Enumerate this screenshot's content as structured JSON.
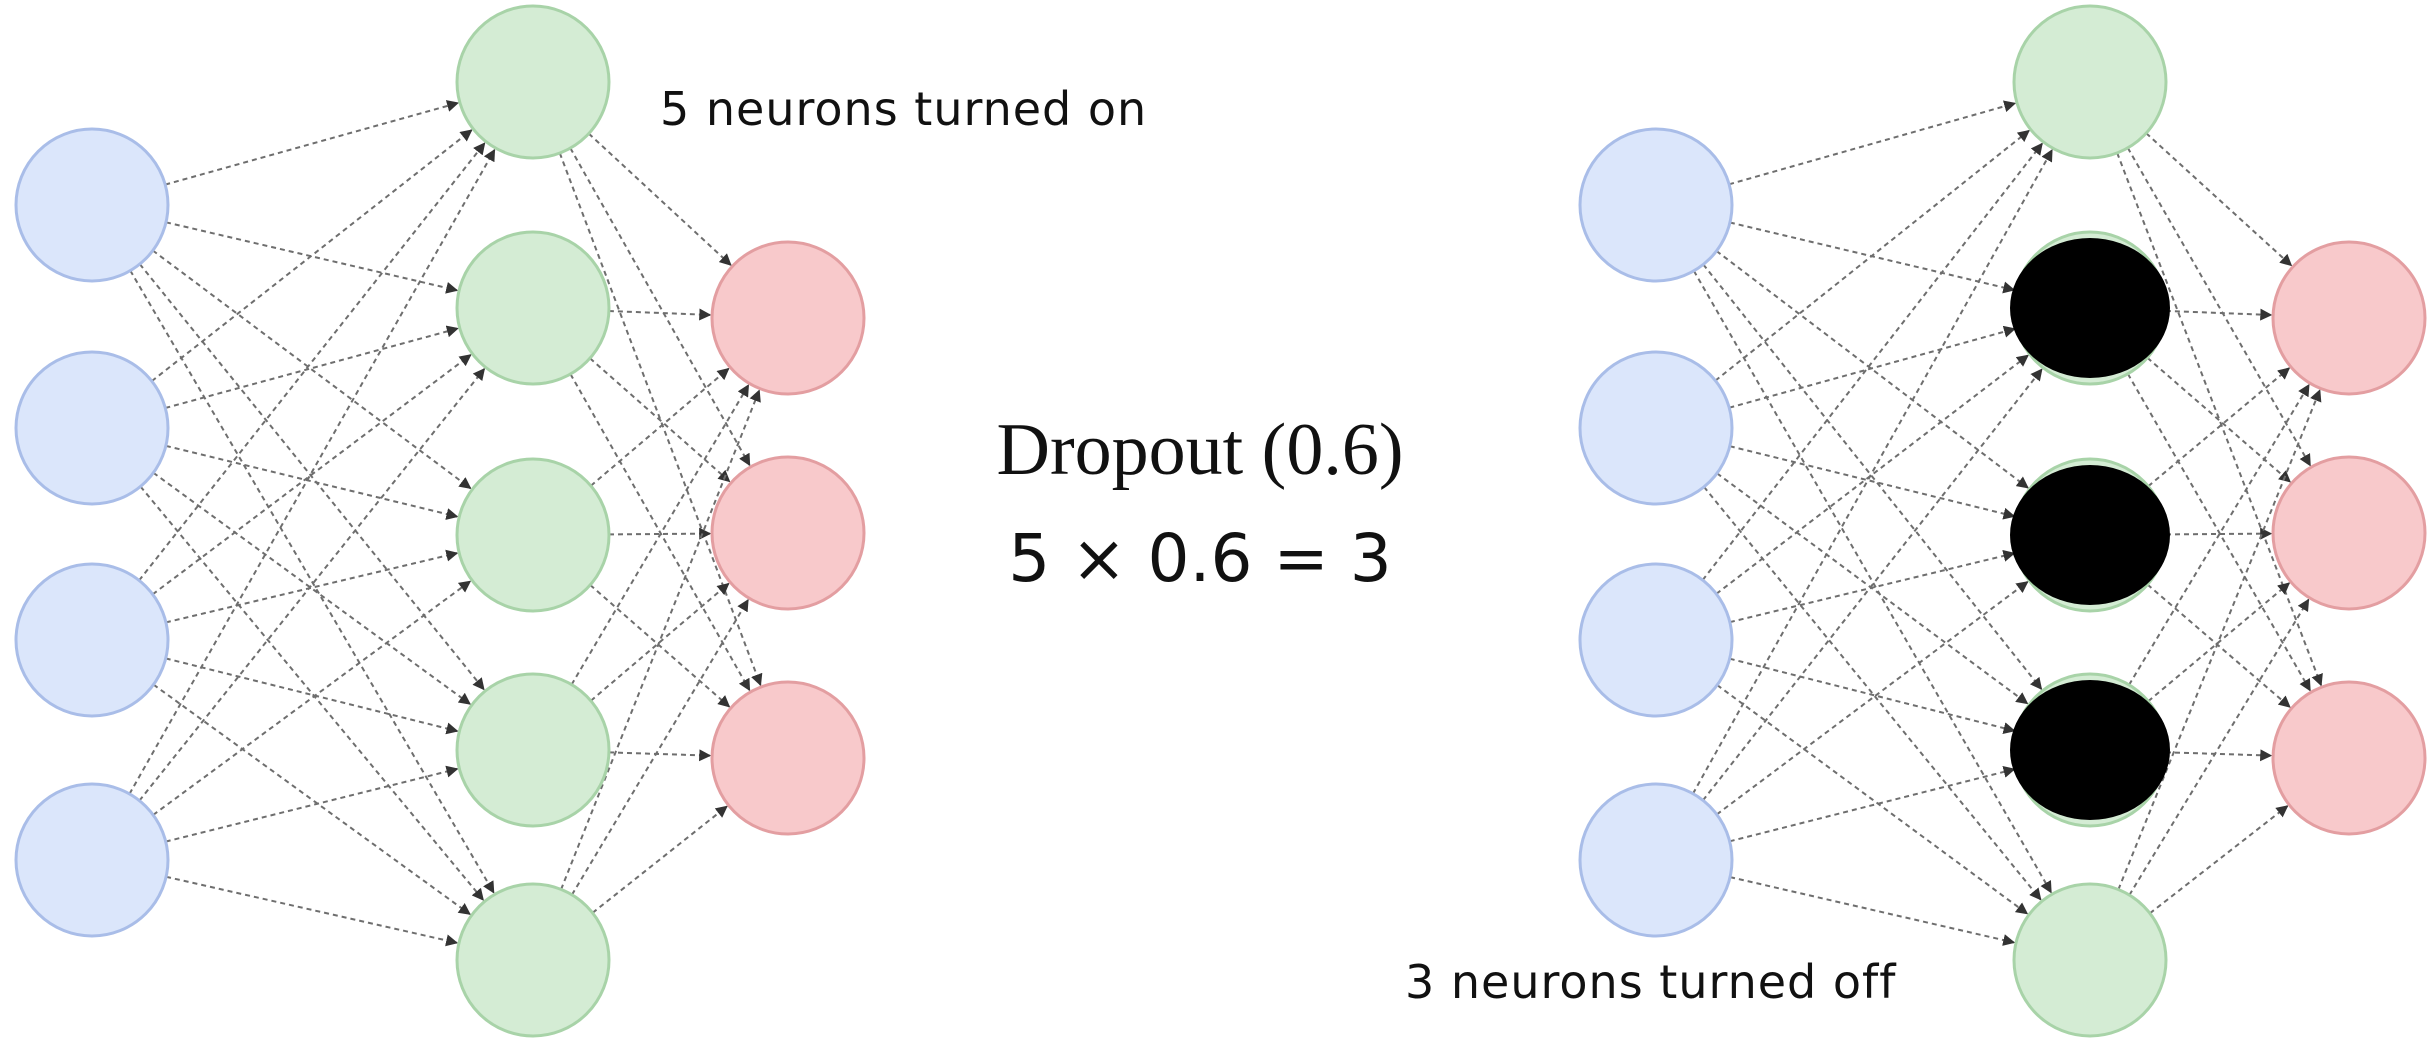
{
  "labels": {
    "turned_on": "5 neurons turned on",
    "turned_off": "3 neurons turned off",
    "title": "Dropout (0.6)",
    "formula": "5 × 0.6 = 3"
  },
  "network": {
    "layers": [
      {
        "name": "input",
        "count": 4
      },
      {
        "name": "hidden",
        "count": 5
      },
      {
        "name": "output",
        "count": 3
      }
    ],
    "dropped_hidden_indices": [
      1,
      2,
      3
    ],
    "dropout_rate": 0.6
  },
  "colors": {
    "input_fill": "#dbe6fb",
    "input_stroke": "#a9bde8",
    "hidden_fill": "#d4ecd4",
    "hidden_stroke": "#a8d3a8",
    "output_fill": "#f8c9cb",
    "output_stroke": "#e39ea1",
    "dropped_fill": "#000000",
    "edge": "#6e6e6e"
  }
}
